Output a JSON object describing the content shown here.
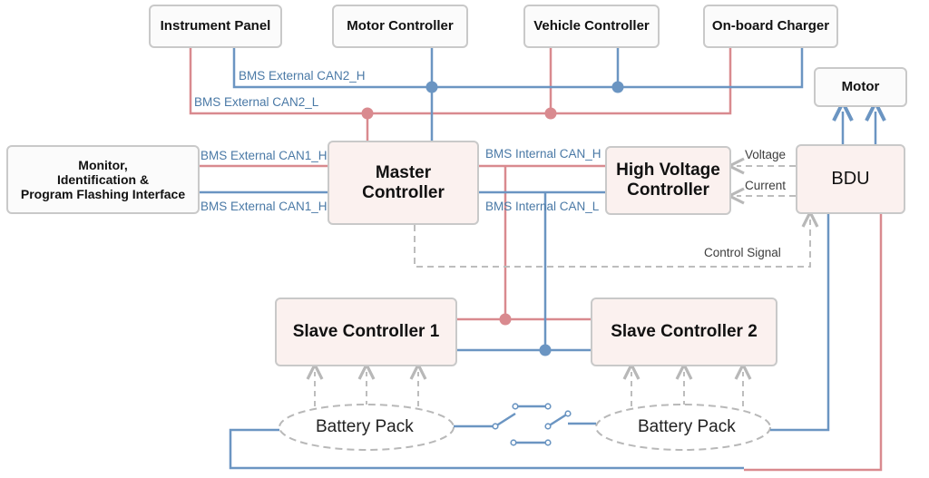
{
  "nodes": {
    "instrument_panel": "Instrument Panel",
    "motor_controller": "Motor Controller",
    "vehicle_controller": "Vehicle Controller",
    "onboard_charger": "On-board Charger",
    "motor": "Motor",
    "monitor": "Monitor,\nIdentification &\nProgram Flashing Interface",
    "master_controller": "Master\nController",
    "high_voltage_controller": "High Voltage\nController",
    "bdu": "BDU",
    "slave_controller_1": "Slave Controller 1",
    "slave_controller_2": "Slave Controller 2",
    "battery_pack_1": "Battery Pack",
    "battery_pack_2": "Battery Pack"
  },
  "labels": {
    "ext_can2_h": "BMS External CAN2_H",
    "ext_can2_l": "BMS External CAN2_L",
    "ext_can1_h_top": "BMS External CAN1_H",
    "ext_can1_h_bottom": "BMS External CAN1_H",
    "int_can_h": "BMS Internal CAN_H",
    "int_can_l": "BMS Internal CAN_L",
    "voltage": "Voltage",
    "current": "Current",
    "control_signal": "Control Signal"
  },
  "colors": {
    "can_h_line": "#d98a8f",
    "can_l_line": "#6b95c2",
    "dashed": "#c4c4c4",
    "box_border": "#c9c9c9",
    "pink_fill": "#fbf1ef"
  }
}
